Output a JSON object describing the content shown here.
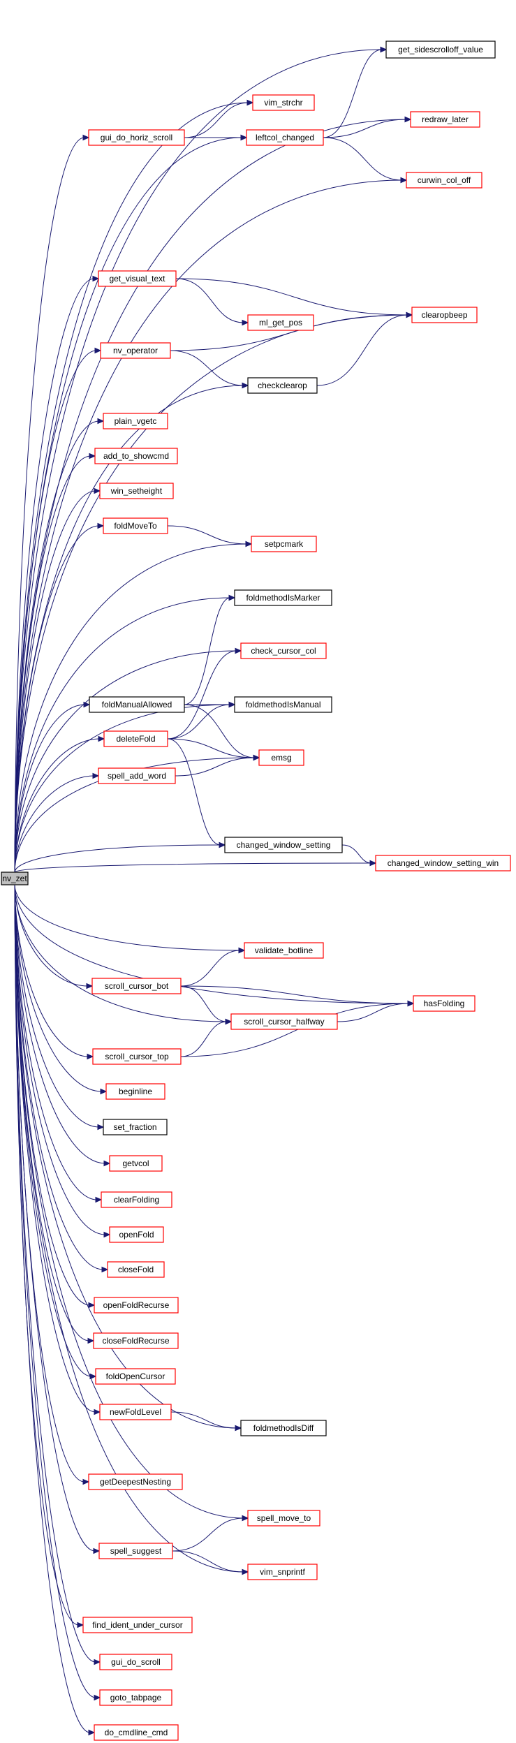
{
  "colors": {
    "edge": "#191970",
    "root_fill": "#bfbfbf",
    "red_border": "#ff0000",
    "black_border": "#000000"
  },
  "nodes": {
    "nv_zet": "nv_zet",
    "get_sidescrolloff_value": "get_sidescrolloff_value",
    "vim_strchr": "vim_strchr",
    "redraw_later": "redraw_later",
    "gui_do_horiz_scroll": "gui_do_horiz_scroll",
    "leftcol_changed": "leftcol_changed",
    "curwin_col_off": "curwin_col_off",
    "get_visual_text": "get_visual_text",
    "clearopbeep": "clearopbeep",
    "ml_get_pos": "ml_get_pos",
    "nv_operator": "nv_operator",
    "checkclearop": "checkclearop",
    "plain_vgetc": "plain_vgetc",
    "add_to_showcmd": "add_to_showcmd",
    "win_setheight": "win_setheight",
    "foldMoveTo": "foldMoveTo",
    "setpcmark": "setpcmark",
    "foldmethodIsMarker": "foldmethodIsMarker",
    "check_cursor_col": "check_cursor_col",
    "foldManualAllowed": "foldManualAllowed",
    "foldmethodIsManual": "foldmethodIsManual",
    "deleteFold": "deleteFold",
    "emsg": "emsg",
    "spell_add_word": "spell_add_word",
    "changed_window_setting": "changed_window_setting",
    "changed_window_setting_win": "changed_window_setting_win",
    "validate_botline": "validate_botline",
    "scroll_cursor_bot": "scroll_cursor_bot",
    "hasFolding": "hasFolding",
    "scroll_cursor_halfway": "scroll_cursor_halfway",
    "scroll_cursor_top": "scroll_cursor_top",
    "beginline": "beginline",
    "set_fraction": "set_fraction",
    "getvcol": "getvcol",
    "clearFolding": "clearFolding",
    "openFold": "openFold",
    "closeFold": "closeFold",
    "openFoldRecurse": "openFoldRecurse",
    "closeFoldRecurse": "closeFoldRecurse",
    "foldOpenCursor": "foldOpenCursor",
    "newFoldLevel": "newFoldLevel",
    "foldmethodIsDiff": "foldmethodIsDiff",
    "getDeepestNesting": "getDeepestNesting",
    "spell_move_to": "spell_move_to",
    "spell_suggest": "spell_suggest",
    "vim_snprintf": "vim_snprintf",
    "find_ident_under_cursor": "find_ident_under_cursor",
    "gui_do_scroll": "gui_do_scroll",
    "goto_tabpage": "goto_tabpage",
    "do_cmdline_cmd": "do_cmdline_cmd"
  }
}
